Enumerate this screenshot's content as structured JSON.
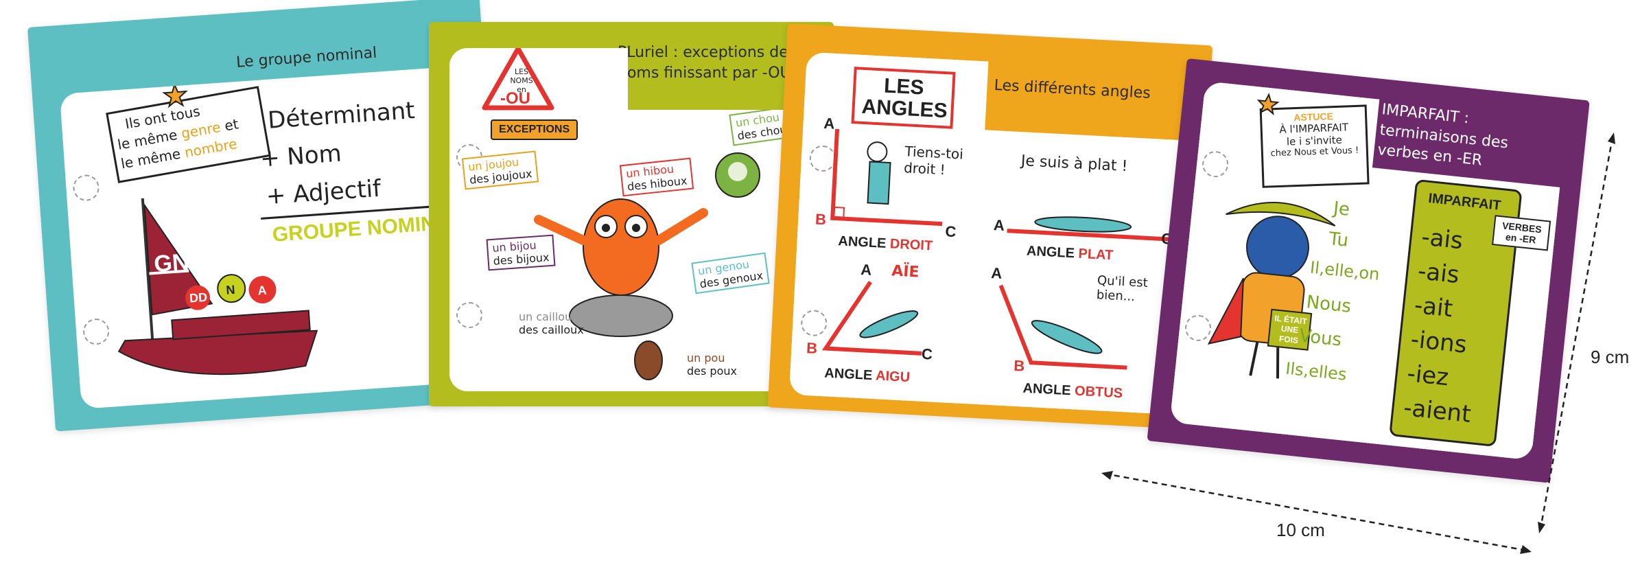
{
  "colors": {
    "card1": "#5ebfc2",
    "card2": "#b3bd1e",
    "card3": "#efa51c",
    "card4": "#6c2a6b",
    "red": "#e3342f",
    "yellow_green": "#c6d21f",
    "wine": "#9b2335"
  },
  "card1": {
    "tab_title": "Le groupe nominal",
    "note_parts": [
      "Ils ont tous",
      "le même",
      "genre",
      "et",
      "le même",
      "nombre"
    ],
    "formula_lines": [
      "Déterminant",
      "+ Nom",
      "+ Adjectif"
    ],
    "result": "GROUPE NOMINAL",
    "sail_label": "GN",
    "characters": [
      "DD",
      "N",
      "A"
    ]
  },
  "card2": {
    "tab_title": "PLuriel : exceptions des noms finissant par -OU",
    "sign_small": "LES NOMS en",
    "sign_big": "-OU",
    "ribbon": "EXCEPTIONS",
    "tags": [
      {
        "singular": "un joujou",
        "plural": "des joujoux"
      },
      {
        "singular": "un bijou",
        "plural": "des bijoux"
      },
      {
        "singular": "un hibou",
        "plural": "des hiboux"
      },
      {
        "singular": "un chou",
        "plural": "des choux"
      },
      {
        "singular": "un genou",
        "plural": "des genoux"
      },
      {
        "singular": "un caillou",
        "plural": "des cailloux"
      },
      {
        "singular": "un pou",
        "plural": "des poux"
      }
    ]
  },
  "card3": {
    "tab_title": "Les différents angles",
    "sign": "LES ANGLES",
    "quotes": [
      "Tiens-toi droit !",
      "Je suis à plat !",
      "AÏE",
      "Qu'il est bien..."
    ],
    "angles": [
      {
        "prefix": "ANGLE",
        "name": "DROIT"
      },
      {
        "prefix": "ANGLE",
        "name": "PLAT"
      },
      {
        "prefix": "ANGLE",
        "name": "AIGU"
      },
      {
        "prefix": "ANGLE",
        "name": "OBTUS"
      }
    ],
    "points": [
      "A",
      "B",
      "C"
    ]
  },
  "card4": {
    "tab_title": "IMPARFAIT : terminaisons des verbes en -ER",
    "astuce_title": "ASTUCE",
    "astuce_text": [
      "À l'IMPARFAIT",
      "le i s'invite",
      "chez Nous et Vous !"
    ],
    "book_text": "IL ÉTAIT UNE FOIS",
    "scroll_title": "IMPARFAIT",
    "scroll_note": "VERBES en -ER",
    "pronouns": [
      "Je",
      "Tu",
      "Il,elle,on",
      "Nous",
      "Vous",
      "Ils,elles"
    ],
    "endings": [
      "-ais",
      "-ais",
      "-ait",
      "-ions",
      "-iez",
      "-aient"
    ]
  },
  "dimensions": {
    "width_label": "10 cm",
    "height_label": "9 cm"
  }
}
